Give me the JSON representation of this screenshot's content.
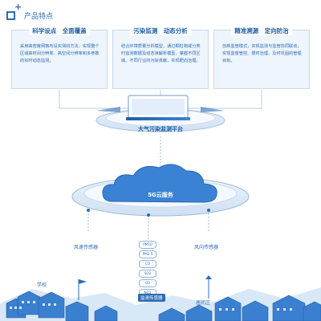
{
  "header": {
    "title": "产品特点"
  },
  "cards": [
    {
      "title": "科学设点　全面覆盖",
      "body": "采用高密度网格布设实测的方法，实现整个区域高时间分辨率、高空间分辨率和多参数的实时动态监测。"
    },
    {
      "title": "污染监测　动态分析",
      "body": "结合环境质量分析模型，通过颗粒物或分类时监测数据及动态演解析模型，掌握不同区域、不同行业的污染贡献，实现靶向治理。"
    },
    {
      "title": "精准溯源　定向防治",
      "body": "创新监管模式，实现监测与监管协同联动，实现监督管控、限时治理、及时巩固的管理目标。"
    }
  ],
  "platform": {
    "label": "大气污染监测平台"
  },
  "cloud": {
    "label": "5G云服务"
  },
  "sensors": {
    "left": "风速传感器",
    "right": "风向传感器",
    "monitor": "监测传感器"
  },
  "stack_items": [
    "PM10",
    "PM2.5",
    "CO",
    "SO2",
    "O3",
    "NO2"
  ],
  "places": {
    "school": "学校",
    "residential": "居民区"
  },
  "colors": {
    "primary": "#2b6cb5",
    "card_bg": "#eef5fc",
    "city": "#3b7fd0"
  }
}
